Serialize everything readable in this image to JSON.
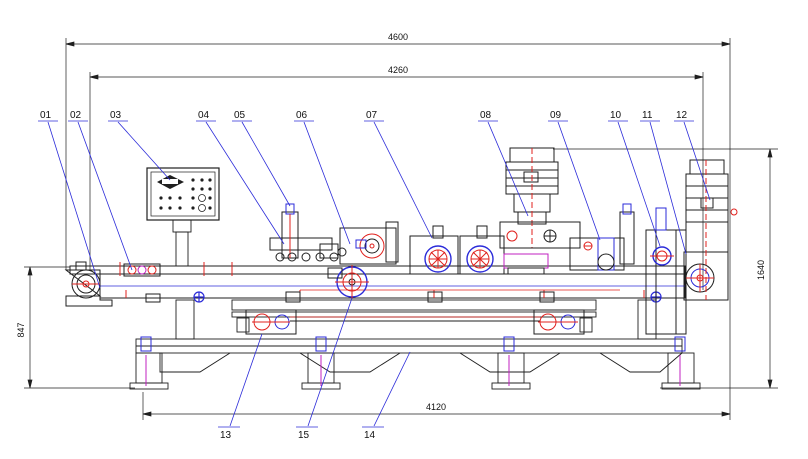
{
  "dimensions": {
    "overall_length": "4600",
    "center_length": "4260",
    "base_length": "4120",
    "total_height": "1640",
    "table_height": "847"
  },
  "callouts": {
    "c01": "01",
    "c02": "02",
    "c03": "03",
    "c04": "04",
    "c05": "05",
    "c06": "06",
    "c07": "07",
    "c08": "08",
    "c09": "09",
    "c10": "10",
    "c11": "11",
    "c12": "12",
    "c13": "13",
    "c14": "14",
    "c15": "15"
  },
  "colors": {
    "line": "#1f1f1f",
    "blue": "#2b2bd9",
    "red": "#e0201c",
    "magenta": "#c020c0"
  }
}
